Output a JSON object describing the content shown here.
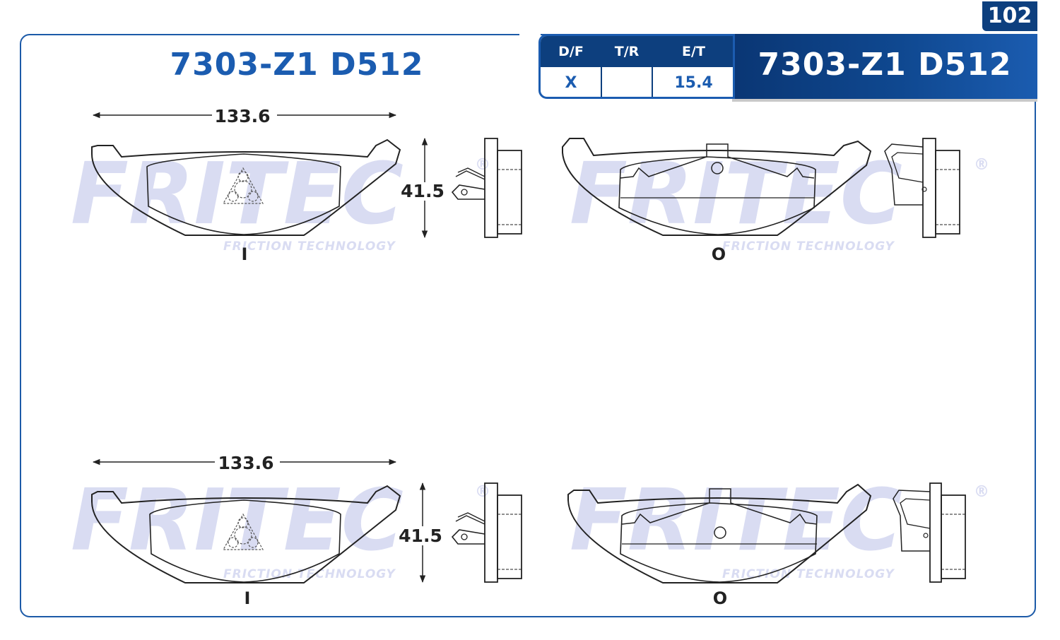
{
  "page_number": "102",
  "part_title": "7303-Z1 D512",
  "banner_title": "7303-Z1 D512",
  "spec_table": {
    "headers": [
      "D/F",
      "T/R",
      "E/T"
    ],
    "values": [
      "X",
      "",
      "15.4"
    ]
  },
  "watermark": {
    "brand": "FRITEC",
    "registered": "®",
    "tagline": "FRICTION TECHNOLOGY"
  },
  "pads": [
    {
      "width_dim": "133.6",
      "height_dim": "41.5",
      "inner_label": "I",
      "outer_label": "O"
    },
    {
      "width_dim": "133.6",
      "height_dim": "41.5",
      "inner_label": "I",
      "outer_label": "O"
    }
  ],
  "colors": {
    "accent": "#1b5cb0",
    "dark_blue": "#0d3f7e",
    "watermark": "#d9dcf2",
    "line": "#222222"
  }
}
